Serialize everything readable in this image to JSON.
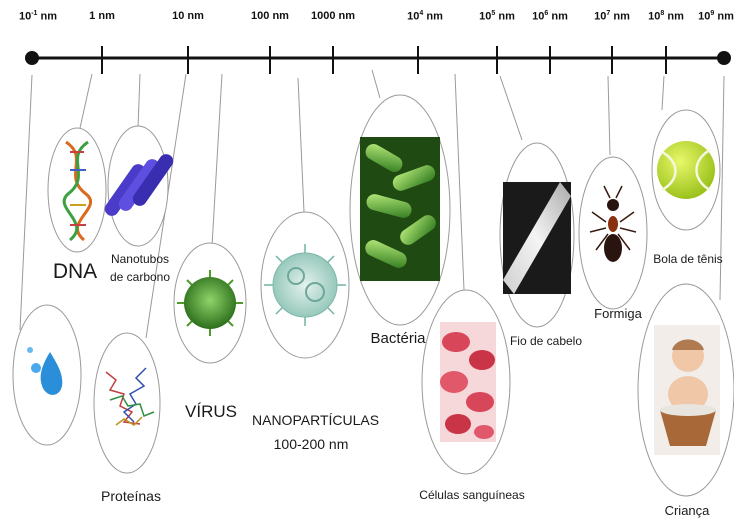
{
  "scale": {
    "ticks": [
      {
        "base": "10",
        "exp": "-1",
        "unit": "nm"
      },
      {
        "base": "1",
        "exp": "",
        "unit": "nm"
      },
      {
        "base": "10",
        "exp": "",
        "unit": "nm"
      },
      {
        "base": "100",
        "exp": "",
        "unit": "nm"
      },
      {
        "base": "1000",
        "exp": "",
        "unit": "nm"
      },
      {
        "base": "10",
        "exp": "4",
        "unit": "nm"
      },
      {
        "base": "10",
        "exp": "5",
        "unit": "nm"
      },
      {
        "base": "10",
        "exp": "6",
        "unit": "nm"
      },
      {
        "base": "10",
        "exp": "7",
        "unit": "nm"
      },
      {
        "base": "10",
        "exp": "8",
        "unit": "nm"
      },
      {
        "base": "10",
        "exp": "9",
        "unit": "nm"
      }
    ]
  },
  "items": {
    "dna": "DNA",
    "nanotubos_line1": "Nanotubos",
    "nanotubos_line2": "de carbono",
    "proteinas": "Proteínas",
    "virus": "VÍRUS",
    "nano_line1": "NANOPARTÍCULAS",
    "nano_line2": "100-200 nm",
    "bacteria": "Bactéria",
    "celulas": "Células sanguíneas",
    "cabelo": "Fio de cabelo",
    "formiga": "Formiga",
    "bola": "Bola de tênis",
    "crianca": "Criança"
  },
  "colors": {
    "axis": "#111111",
    "circle_stroke": "#9a9a9a",
    "water": "#2a8fd8",
    "virus": "#3f8f2a",
    "bacteria": "#5ab43a",
    "blood": "#d8465a",
    "ball": "#c8e23a",
    "nanotube": "#4a3cc8"
  }
}
